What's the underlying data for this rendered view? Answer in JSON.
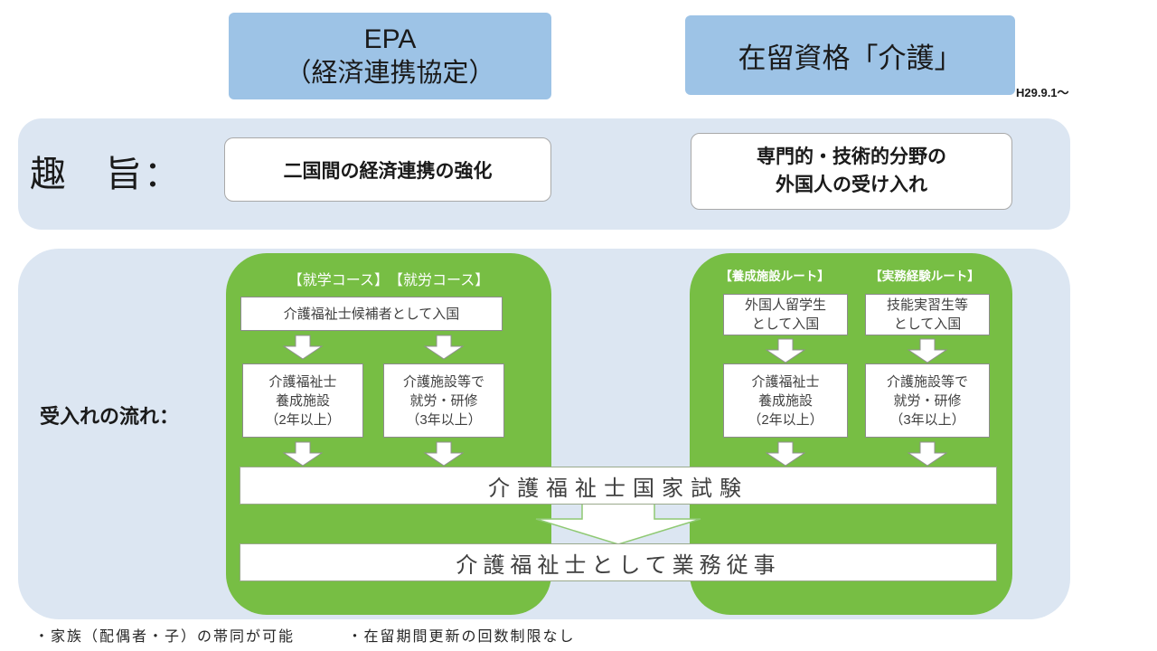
{
  "header": {
    "epa": {
      "line1": "EPA",
      "line2": "（経済連携協定）"
    },
    "kaigo": {
      "title": "在留資格「介護」"
    },
    "date_note": "H29.9.1～"
  },
  "purpose": {
    "label": "趣　旨：",
    "epa_text": "二国間の経済連携の強化",
    "kaigo_line1": "専門的・技術的分野の",
    "kaigo_line2": "外国人の受け入れ"
  },
  "flow": {
    "label": "受入れの流れ：",
    "epa": {
      "header": "【就学コース】　【就労コース】",
      "entry": "介護福祉士候補者として入国",
      "school": {
        "line1": "介護福祉士",
        "line2": "養成施設",
        "line3": "（2年以上）"
      },
      "work": {
        "line1": "介護施設等で",
        "line2": "就労・研修",
        "line3": "（3年以上）"
      }
    },
    "kaigo": {
      "route1": "【養成施設ルート】",
      "route2": "【実務経験ルート】",
      "entry1_line1": "外国人留学生",
      "entry1_line2": "として入国",
      "entry2_line1": "技能実習生等",
      "entry2_line2": "として入国",
      "school": {
        "line1": "介護福祉士",
        "line2": "養成施設",
        "line3": "（2年以上）"
      },
      "work": {
        "line1": "介護施設等で",
        "line2": "就労・研修",
        "line3": "（3年以上）"
      }
    },
    "exam": "介護福祉士国家試験",
    "employment": "介護福祉士として業務従事"
  },
  "footnotes": {
    "note1": "・家族（配偶者・子）の帯同が可能",
    "note2": "・在留期間更新の回数制限なし"
  },
  "colors": {
    "header_blue": "#9DC3E6",
    "panel_blue": "#DCE6F2",
    "green": "#77BE44",
    "white_box_border": "#8c8c8c"
  }
}
